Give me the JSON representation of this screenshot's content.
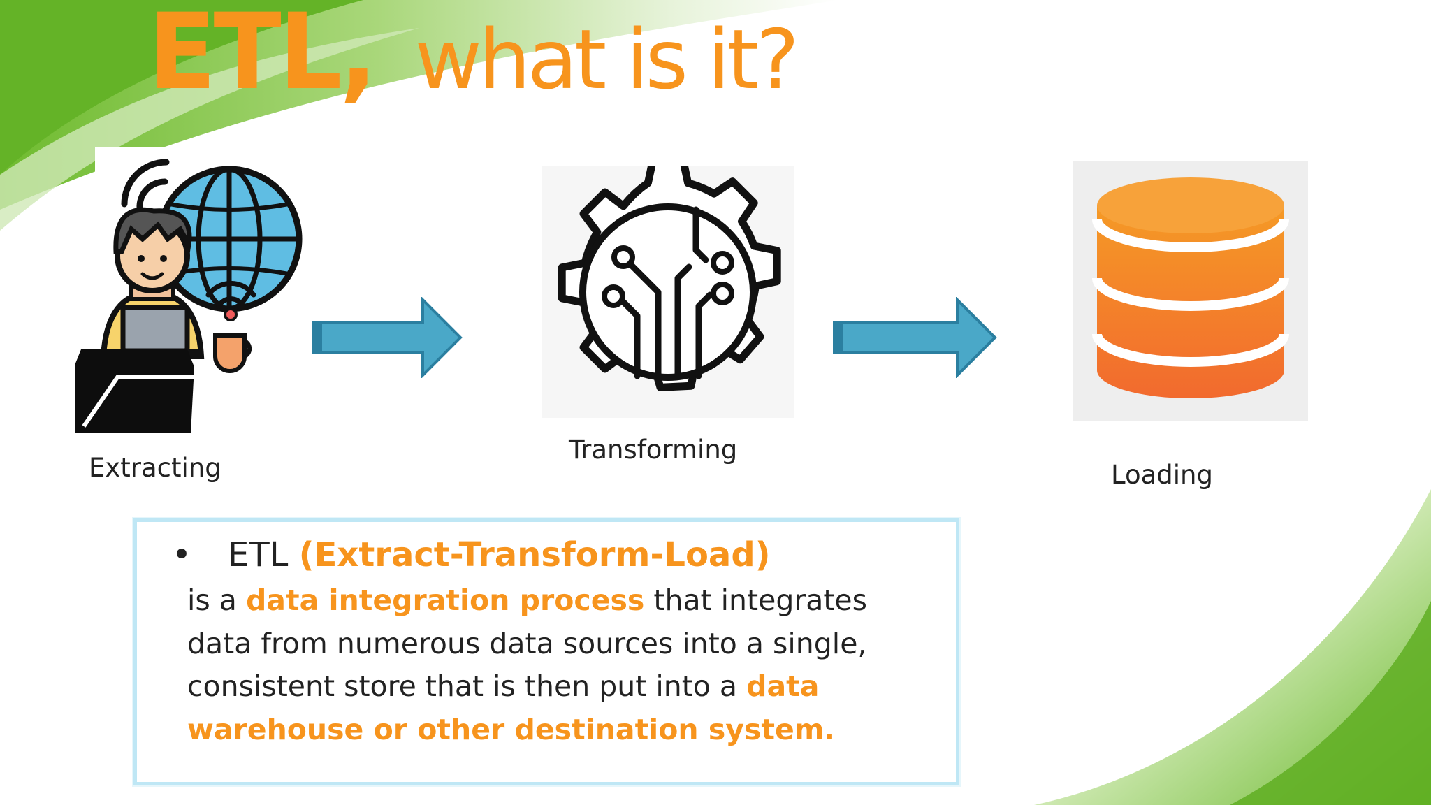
{
  "title": {
    "main": "ETL,",
    "sub": "what is it?"
  },
  "stages": [
    {
      "label": "Extracting",
      "icon": "person-laptop-globe-icon"
    },
    {
      "label": "Transforming",
      "icon": "gear-circuit-icon"
    },
    {
      "label": "Loading",
      "icon": "database-icon"
    }
  ],
  "definition": {
    "bullet": "•",
    "term": "ETL",
    "expansion": "(Extract-Transform-Load)",
    "text_1": "is a ",
    "highlight_1": "data integration process",
    "text_2": " that integrates data from numerous data sources into a single, consistent store that is then put into a ",
    "highlight_2": "data warehouse or other destination system."
  },
  "colors": {
    "accent_orange": "#f7941d",
    "arrow_blue": "#4aa8c8",
    "arrow_outline": "#2b7fa0",
    "bg_green": "#7cc242",
    "box_border": "#bfe7f5"
  }
}
